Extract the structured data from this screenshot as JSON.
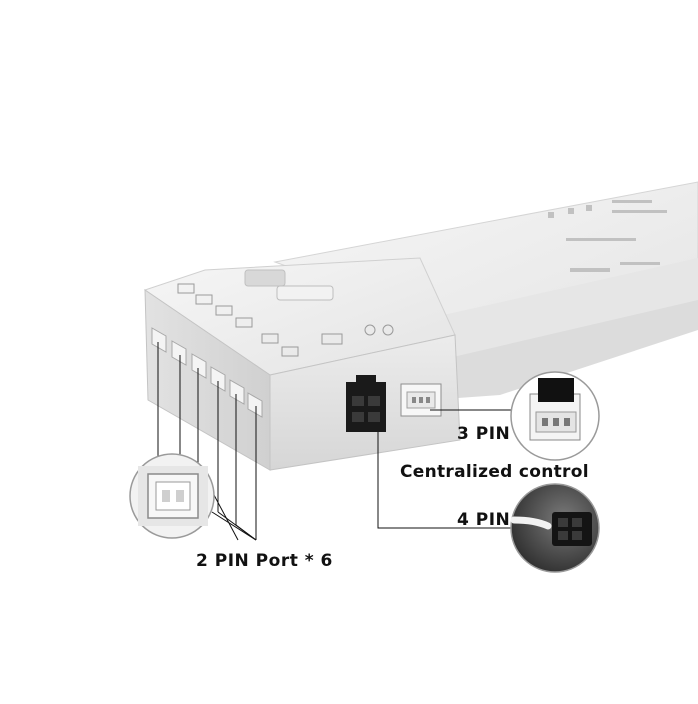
{
  "labels": {
    "three_pin": "3 PIN",
    "centralized": "Centralized control",
    "four_pin": "4 PIN",
    "two_pin": "2 PIN Port * 6"
  },
  "colors": {
    "background": "#ffffff",
    "housing": "#eeeeee",
    "housing_shadow": "#c9c9c9",
    "connector_black": "#1a1a1a",
    "label_text": "#111111"
  },
  "icons": {
    "product": "led-driver-box",
    "two_pin_port": "2-pin-socket",
    "three_pin_port": "3-pin-socket",
    "four_pin_port": "4-pin-socket"
  },
  "counts": {
    "two_pin_ports": 6
  }
}
